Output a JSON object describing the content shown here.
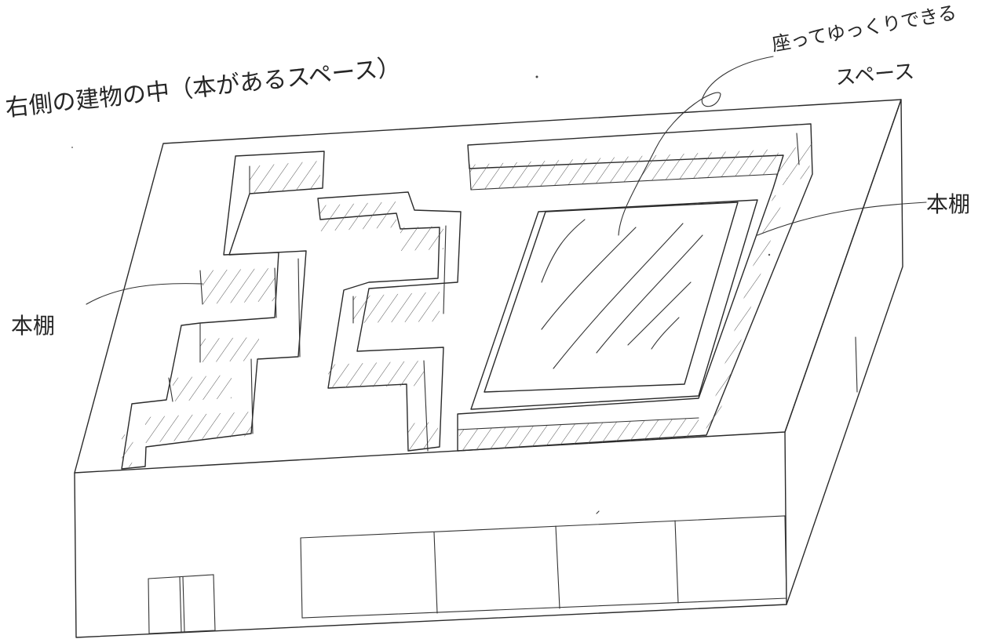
{
  "notes": {
    "interior_title": "右側の建物の中（本があるスペース）",
    "seating_line1": "座ってゆっくりできる",
    "seating_line2": "スペース",
    "bookshelf_left": "本棚",
    "bookshelf_right": "本棚"
  }
}
